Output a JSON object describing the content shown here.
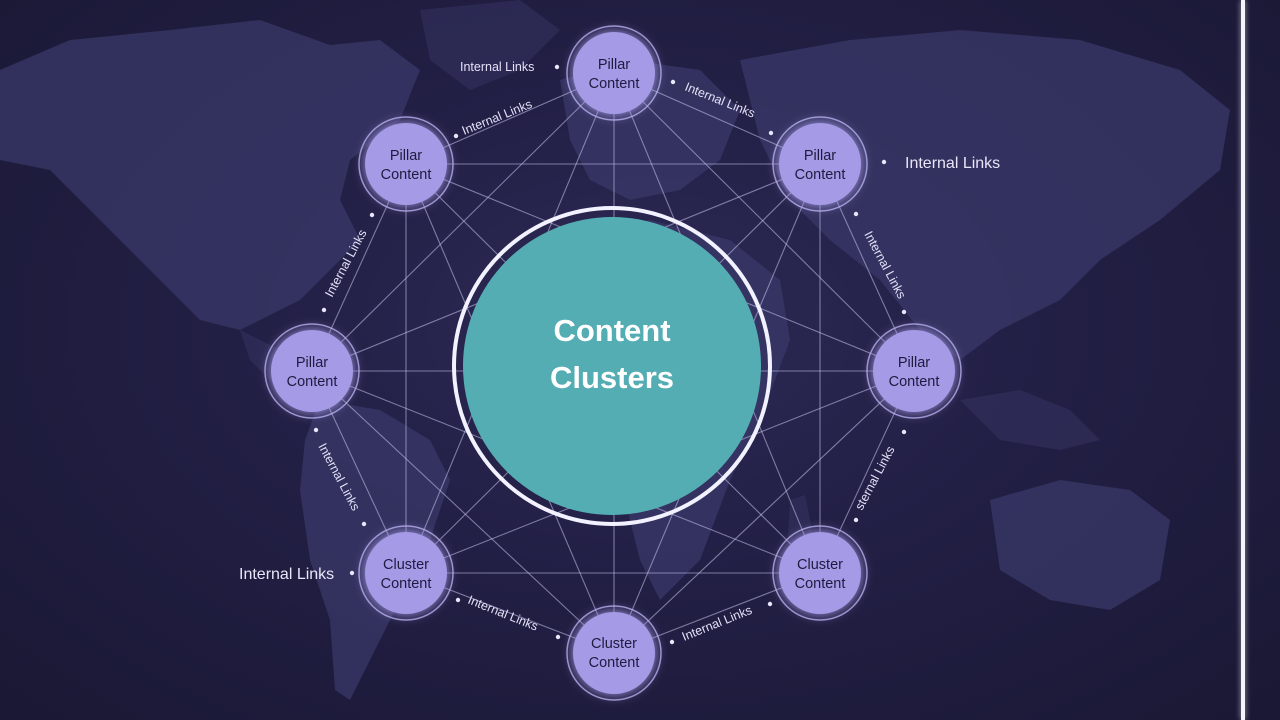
{
  "center": {
    "line1": "Content",
    "line2": "Clusters"
  },
  "nodes": [
    {
      "id": "top",
      "line1": "Pillar",
      "line2": "Content"
    },
    {
      "id": "top-left",
      "line1": "Pillar",
      "line2": "Content"
    },
    {
      "id": "top-right",
      "line1": "Pillar",
      "line2": "Content"
    },
    {
      "id": "left",
      "line1": "Pillar",
      "line2": "Content"
    },
    {
      "id": "right",
      "line1": "Pillar",
      "line2": "Content"
    },
    {
      "id": "bottom-left",
      "line1": "Cluster",
      "line2": "Content"
    },
    {
      "id": "bottom-right",
      "line1": "Cluster",
      "line2": "Content"
    },
    {
      "id": "bottom",
      "line1": "Cluster",
      "line2": "Content"
    }
  ],
  "link_labels": [
    "Internal Links",
    "Internal Links",
    "Internal Links",
    "Internal Links",
    "Internal Links",
    "Internal Links",
    "Internal Links",
    "Internal Links",
    "Internal Links",
    "Internal Links",
    "sternal Links"
  ],
  "colors": {
    "background": "#1e1c3a",
    "node_fill": "#a49ae6",
    "center_fill": "#55adb4",
    "edge": "#c9c6ef"
  }
}
